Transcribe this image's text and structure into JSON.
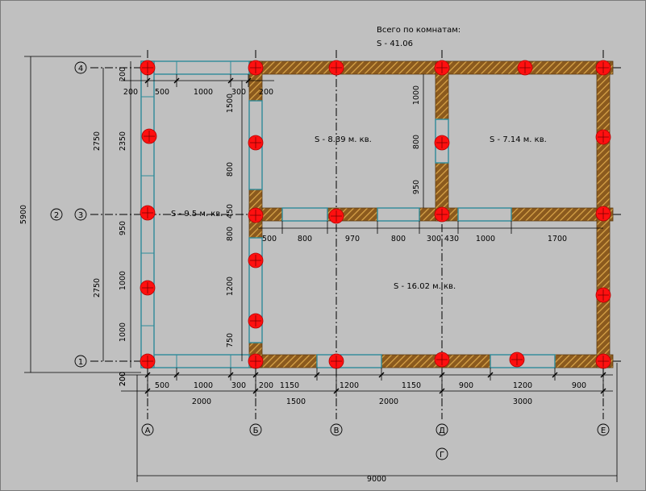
{
  "header": {
    "line1": "Всего по комнатам:",
    "line2": "S  -  41.06"
  },
  "rooms": [
    {
      "id": "left-room",
      "label": "S  -  9.5 м. кв."
    },
    {
      "id": "center-top-room",
      "label": "S  -  8.39 м. кв."
    },
    {
      "id": "right-top-room",
      "label": "S  -  7.14 м. кв."
    },
    {
      "id": "bottom-room",
      "label": "S  -  16.02 м. кв."
    }
  ],
  "row_axes": [
    "4",
    "3",
    "1"
  ],
  "col_axes": [
    "А",
    "Б",
    "В",
    "Д",
    "Е"
  ],
  "extra_labels": {
    "row_side": "2",
    "col_below": "Г"
  },
  "dims": {
    "top_row": [
      "200",
      "500",
      "1000",
      "300",
      "200"
    ],
    "mid_row": [
      "500",
      "800",
      "970",
      "800",
      "300",
      "430",
      "1000",
      "1700"
    ],
    "bottom_row1": [
      "500",
      "1000",
      "300",
      "200",
      "1150",
      "1200",
      "1150",
      "900",
      "1200",
      "900"
    ],
    "bottom_row2": [
      "2000",
      "1500",
      "2000",
      "3000"
    ],
    "total": "9000",
    "left_total": "5900",
    "left_outer": [
      "2750",
      "2750"
    ],
    "left_inner": [
      "200",
      "2350",
      "950",
      "1000",
      "1000",
      "200"
    ],
    "wall_b": [
      "1500",
      "800",
      "450",
      "800",
      "1200",
      "750"
    ],
    "wall_d": [
      "1000",
      "800",
      "950"
    ],
    "corner_small": "200",
    "corner_small2": "200"
  },
  "colors": {
    "background": "#c0c0c0",
    "wall": "#8b5a1e",
    "wall_hatch": "#d9a54a",
    "window": "#2e8b9a",
    "column": "#ff1010",
    "dimension": "#000000"
  }
}
